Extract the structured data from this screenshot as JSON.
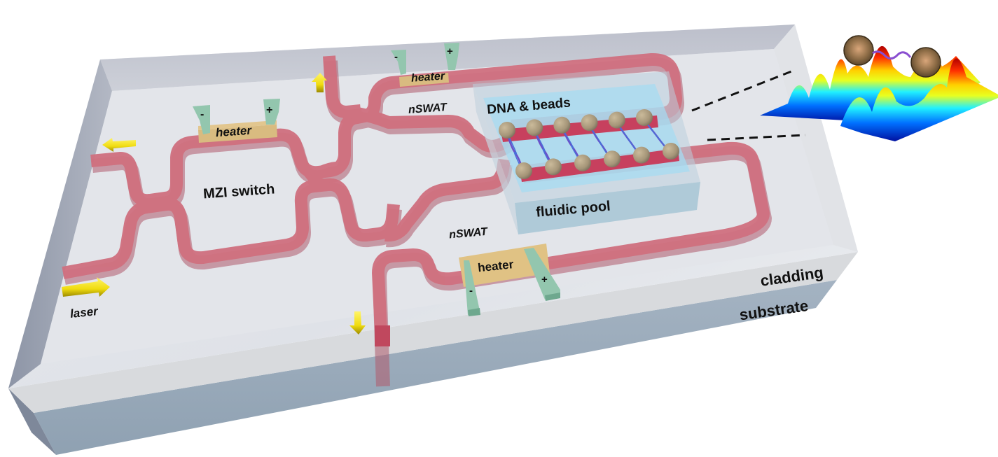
{
  "labels": {
    "mzi_switch": "MZI switch",
    "nswat_top": "nSWAT",
    "nswat_bottom": "nSWAT",
    "heater_left": "heater",
    "heater_top": "heater",
    "heater_bottom": "heater",
    "dna_beads": "DNA & beads",
    "fluidic_pool": "fluidic pool",
    "cladding": "cladding",
    "substrate": "substrate",
    "laser": "laser"
  },
  "electrodes": {
    "minus": "-",
    "plus": "+"
  },
  "colors": {
    "waveguide": "#d4707f",
    "waveguide_dark": "#b65466",
    "heater": "#e3c48a",
    "electrode": "#93c6ae",
    "pool": "#a7daf0",
    "cladding_top": "#e4e6ea",
    "substrate": "#97a8b8",
    "arrow": "#f3e21a",
    "bead": "#b9a78a",
    "dna": "#6b4fc8"
  },
  "bead_count_per_row": 6,
  "field_plot": {
    "colormap": "jet",
    "bead_count": 2
  }
}
